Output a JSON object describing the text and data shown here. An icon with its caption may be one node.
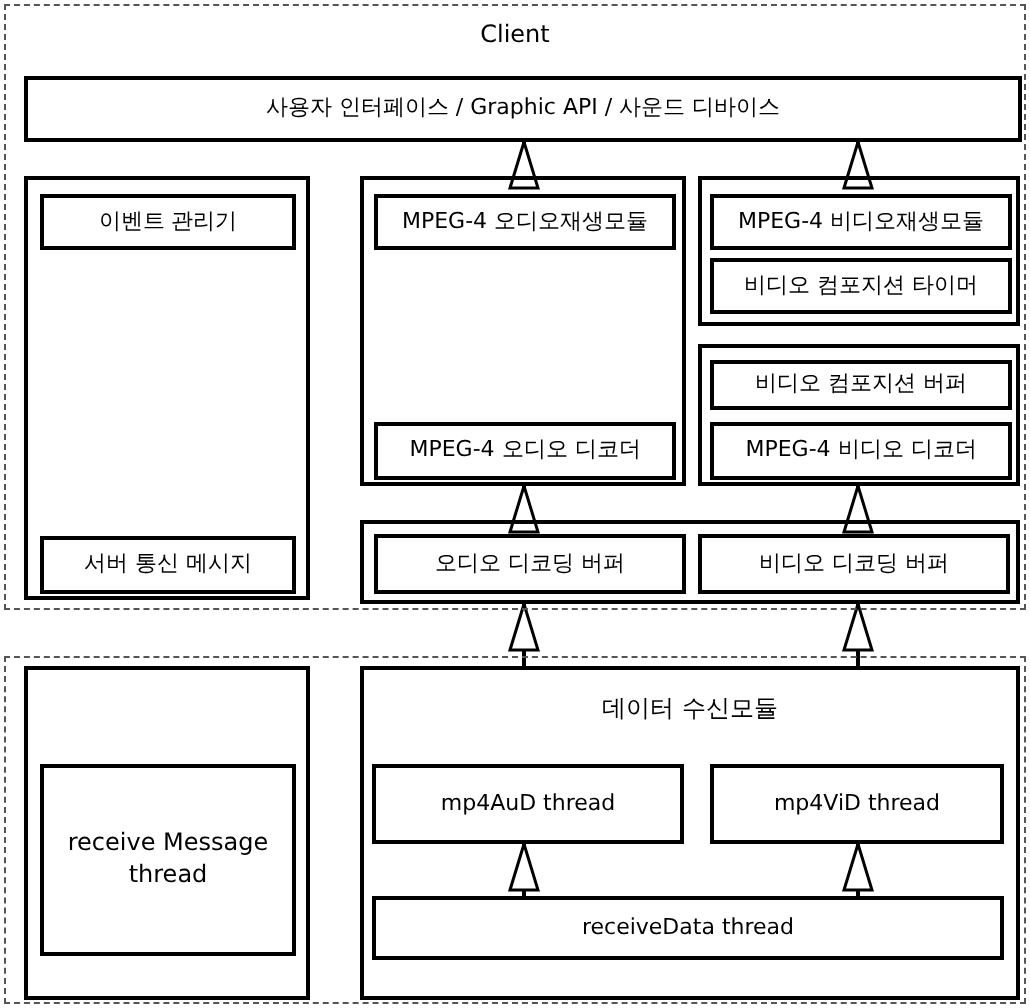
{
  "diagram": {
    "nodes": [
      {
        "text": [
          "Client"
        ]
      },
      {
        "text": [
          "사용자 인터페이스 / Graphic API / 사운드 디바이스"
        ],
        "in": 0
      },
      {
        "text": [],
        "shape": "box",
        "in": 0
      },
      {
        "text": [
          "이벤트 관리기"
        ],
        "in": 2
      },
      {
        "text": [
          "서버 통신 메시지"
        ],
        "in": 2
      },
      {
        "text": [],
        "shape": "box",
        "in": 0
      },
      {
        "text": [
          "MPEG-4 오디오재생모듈"
        ],
        "in": 5
      },
      {
        "text": [
          "MPEG-4 오디오 디코더"
        ],
        "in": 5
      },
      {
        "text": [],
        "shape": "box",
        "in": 0
      },
      {
        "text": [
          "MPEG-4 비디오재생모듈"
        ],
        "in": 8
      },
      {
        "text": [
          "비디오 컴포지션 타이머"
        ],
        "in": 8
      },
      {
        "text": [],
        "shape": "box",
        "in": 0
      },
      {
        "text": [
          "비디오 컴포지션 버퍼"
        ],
        "in": 11
      },
      {
        "text": [
          "MPEG-4 비디오 디코더"
        ],
        "in": 11
      },
      {
        "text": [],
        "shape": "box",
        "in": 0
      },
      {
        "text": [
          "오디오 디코딩 버퍼"
        ],
        "in": 14
      },
      {
        "text": [
          "비디오 디코딩 버퍼"
        ],
        "in": 14
      },
      {
        "text": [],
        "shape": "box"
      },
      {
        "text": [],
        "shape": "box",
        "in": 17
      },
      {
        "text": [
          "receive Message thread"
        ],
        "in": 18
      },
      {
        "text": [
          "데이터 수신모듈"
        ],
        "in": 17
      },
      {
        "text": [
          "mp4AuD thread"
        ],
        "in": 20
      },
      {
        "text": [
          "mp4ViD thread"
        ],
        "in": 20
      },
      {
        "text": [
          "receiveData thread"
        ],
        "in": 20
      }
    ],
    "edges": [
      {
        "from": 5,
        "to": 1,
        "arrow": "to"
      },
      {
        "from": 8,
        "to": 1,
        "arrow": "to"
      },
      {
        "from": 14,
        "to": 5,
        "arrow": "to"
      },
      {
        "from": 14,
        "to": 11,
        "arrow": "to"
      },
      {
        "from": 20,
        "to": 14,
        "arrow": "to"
      },
      {
        "from": 20,
        "to": 14,
        "arrow": "to"
      },
      {
        "from": 23,
        "to": 21,
        "arrow": "to"
      },
      {
        "from": 23,
        "to": 22,
        "arrow": "to"
      }
    ]
  }
}
